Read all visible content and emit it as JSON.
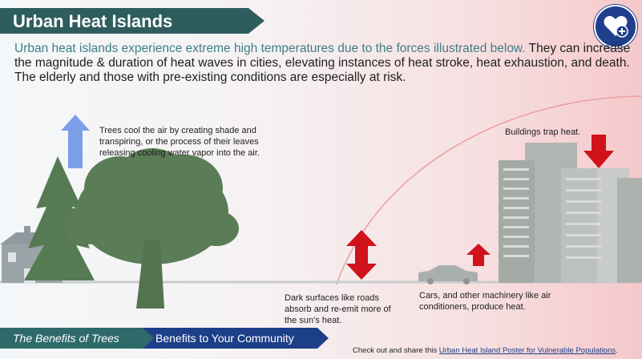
{
  "header": {
    "title": "Urban Heat Islands"
  },
  "intro": {
    "highlighted": "Urban heat islands experience extreme high temperatures due to the forces illustrated below.",
    "rest": " They can increase the magnitude & duration of heat waves in cities, elevating instances of heat stroke, heat exhaustion, and death. The elderly and those with pre-existing conditions are especially at risk."
  },
  "notes": {
    "trees": "Trees cool the air by creating shade and transpiring, or the process of their leaves releasing cooling water vapor into the air.",
    "buildings": "Buildings trap heat.",
    "surfaces": "Dark surfaces like roads absorb and re-emit more of the sun’s heat.",
    "cars": "Cars, and other machinery like air conditioners, produce heat."
  },
  "tabs": {
    "benefits": "The Benefits of Trees",
    "community": "Benefits to Your Community"
  },
  "footer": {
    "prefix": "Check out and share this ",
    "link": "Urban Heat Island Poster for Vulnerable Populations",
    "suffix": "."
  },
  "icons": {
    "badge": "heart-plus-icon",
    "cool_arrow": "up-arrow-icon",
    "heat_arrows": "red-arrow-icon"
  },
  "colors": {
    "banner": "#2f5d5e",
    "teal_text": "#3d7f86",
    "badge": "#1f3f8c",
    "cool_arrow": "#7b9ee6",
    "heat_arrow": "#d0121b",
    "tree": "#5a7c56",
    "building": "#a7aca8"
  }
}
